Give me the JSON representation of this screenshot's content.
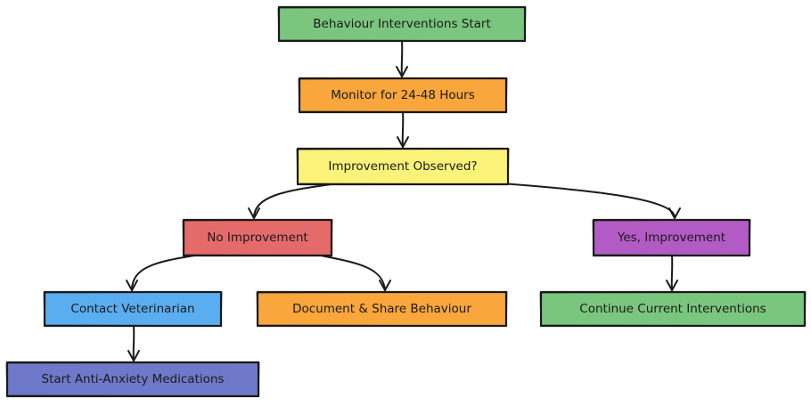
{
  "nodes": [
    {
      "id": "start",
      "label": "Behaviour Interventions Start",
      "color": "#7bc67e"
    },
    {
      "id": "monitor",
      "label": "Monitor for 24-48 Hours",
      "color": "#f9a63c"
    },
    {
      "id": "observed",
      "label": "Improvement Observed?",
      "color": "#fbf27a"
    },
    {
      "id": "no",
      "label": "No Improvement",
      "color": "#e56b6b"
    },
    {
      "id": "yes",
      "label": "Yes, Improvement",
      "color": "#b35bc4"
    },
    {
      "id": "contact",
      "label": "Contact Veterinarian",
      "color": "#5aaef0"
    },
    {
      "id": "document",
      "label": "Document & Share Behaviour",
      "color": "#f9a63c"
    },
    {
      "id": "continue",
      "label": "Continue Current Interventions",
      "color": "#7bc67e"
    },
    {
      "id": "meds",
      "label": "Start Anti-Anxiety Medications",
      "color": "#6f79c9"
    }
  ],
  "edges": [
    {
      "from": "start",
      "to": "monitor"
    },
    {
      "from": "monitor",
      "to": "observed"
    },
    {
      "from": "observed",
      "to": "no"
    },
    {
      "from": "observed",
      "to": "yes"
    },
    {
      "from": "no",
      "to": "contact"
    },
    {
      "from": "no",
      "to": "document"
    },
    {
      "from": "yes",
      "to": "continue"
    },
    {
      "from": "contact",
      "to": "meds"
    }
  ]
}
